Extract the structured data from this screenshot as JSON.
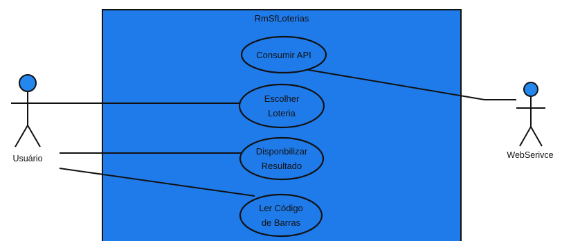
{
  "diagram": {
    "type": "use-case",
    "system": {
      "name": "RmSfLoterias"
    },
    "actors": [
      {
        "id": "usuario",
        "label": "Usuário"
      },
      {
        "id": "webservice",
        "label": "WebSerivce"
      }
    ],
    "use_cases": [
      {
        "id": "consumir-api",
        "lines": [
          "Consumir API"
        ]
      },
      {
        "id": "escolher-loteria",
        "lines": [
          "Escolher",
          "Loteria"
        ]
      },
      {
        "id": "disponibilizar-resultado",
        "lines": [
          "Disponbilizar",
          "Resultado"
        ]
      },
      {
        "id": "ler-codigo-barras",
        "lines": [
          "Ler Código",
          "de Barras"
        ]
      }
    ],
    "associations": [
      {
        "from": "usuario",
        "to": "escolher-loteria"
      },
      {
        "from": "usuario",
        "to": "disponibilizar-resultado"
      },
      {
        "from": "usuario",
        "to": "ler-codigo-barras"
      },
      {
        "from": "webservice",
        "to": "consumir-api"
      }
    ]
  },
  "colors": {
    "system_fill": "#1f7bea",
    "actor_head": "#2387ee",
    "line": "#111111",
    "ellipse_fill": "#1f7bea"
  }
}
